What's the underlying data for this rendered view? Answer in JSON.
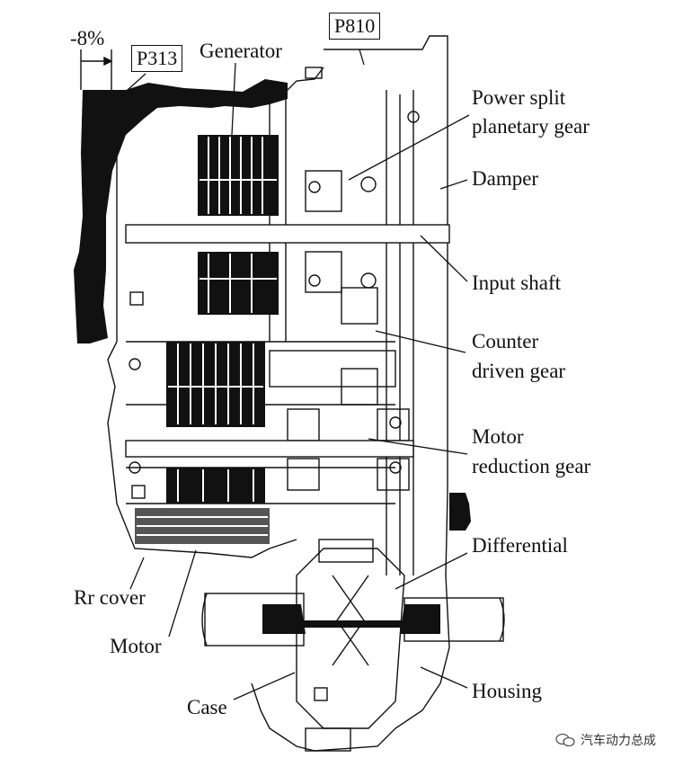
{
  "percent_label": "-8%",
  "part_codes": {
    "left": "P313",
    "right": "P810"
  },
  "labels": {
    "generator": "Generator",
    "power_split_1": "Power split",
    "power_split_2": "planetary gear",
    "damper": "Damper",
    "input_shaft": "Input shaft",
    "counter_1": "Counter",
    "counter_2": "driven gear",
    "motor_red_1": "Motor",
    "motor_red_2": "reduction gear",
    "differential": "Differential",
    "rr_cover": "Rr cover",
    "motor": "Motor",
    "case": "Case",
    "housing": "Housing"
  },
  "watermark": "汽车动力总成",
  "colors": {
    "ink": "#111111",
    "background": "#ffffff"
  }
}
